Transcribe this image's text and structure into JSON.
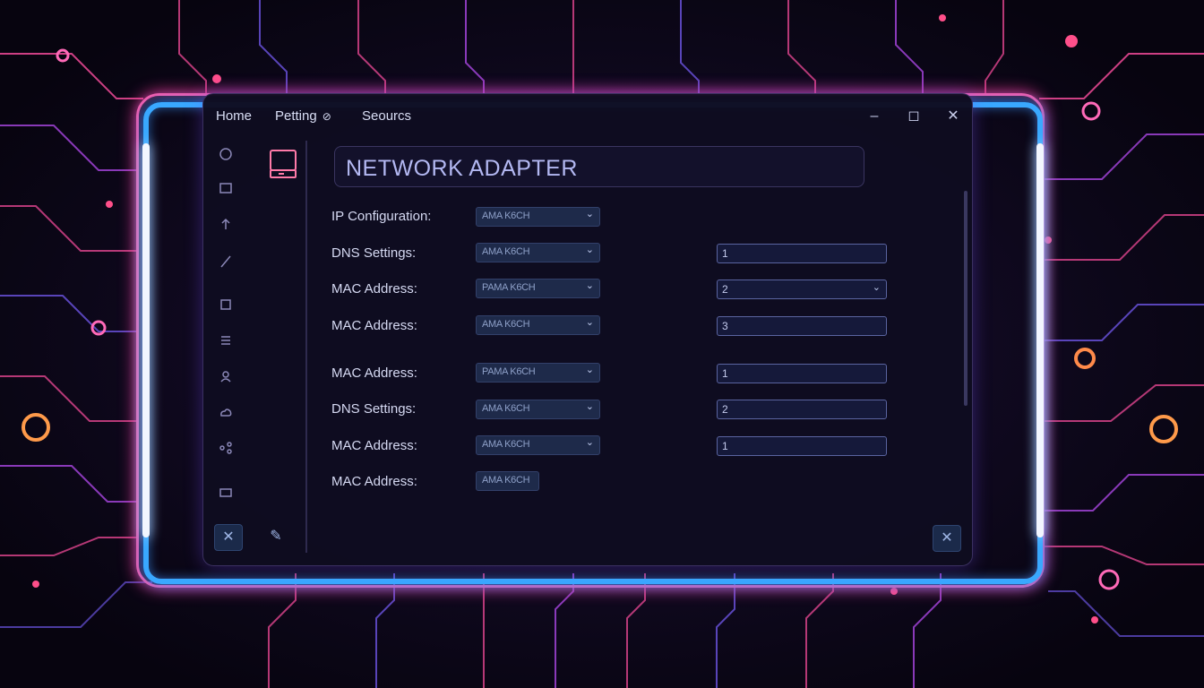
{
  "menubar": {
    "items": [
      {
        "label": "Home"
      },
      {
        "label": "Petting",
        "suffix": "⊘"
      },
      {
        "label": "Seourcs"
      }
    ]
  },
  "window_controls": {
    "minimize": "–",
    "maximize": "◻",
    "close": "✕"
  },
  "sidebar": {
    "icons": [
      "home-icon",
      "grid-icon",
      "arrow-up-icon",
      "pen-icon",
      "settings-icon",
      "list-icon",
      "user-icon",
      "cloud-icon",
      "share-icon",
      "monitor-icon"
    ]
  },
  "title": "NETWORK ADAPTER",
  "rows": [
    {
      "label": "IP Configuration:",
      "select": "AMA K6CH",
      "field": null
    },
    {
      "label": "DNS Settings:",
      "select": "AMA K6CH",
      "field": "1"
    },
    {
      "label": "MAC Address:",
      "select": "PAMA K6CH",
      "field": "2",
      "field_dropdown": true
    },
    {
      "label": "MAC Address:",
      "select": "AMA K6CH",
      "field": "3"
    },
    {
      "label": "MAC Address:",
      "select": "PAMA K6CH",
      "field": "1"
    },
    {
      "label": "DNS Settings:",
      "select": "AMA K6CH",
      "field": "2"
    },
    {
      "label": "MAC Address:",
      "select": "AMA K6CH",
      "field": "1"
    },
    {
      "label": "MAC Address:",
      "tag": "AMA K6CH"
    }
  ],
  "bottom_buttons": {
    "close_left": "✕",
    "tool": "✎",
    "close_right": "✕"
  },
  "colors": {
    "accent_pink": "#ff3a9a",
    "accent_blue": "#39a8ff",
    "title_text": "#b3b8f2"
  }
}
